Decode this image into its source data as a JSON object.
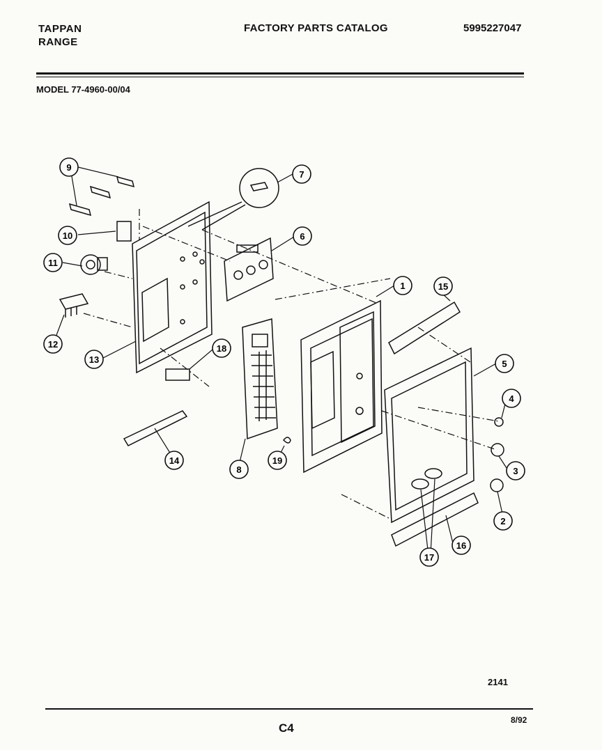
{
  "header": {
    "brand_line1": "TAPPAN",
    "brand_line2": "RANGE",
    "title": "FACTORY PARTS CATALOG",
    "part_number": "5995227047",
    "model": "MODEL 77-4960-00/04"
  },
  "callouts": [
    "1",
    "2",
    "3",
    "4",
    "5",
    "6",
    "7",
    "8",
    "9",
    "10",
    "11",
    "12",
    "13",
    "14",
    "15",
    "16",
    "17",
    "18",
    "19"
  ],
  "footer": {
    "drawing_code": "2141",
    "page_label": "C4",
    "date": "8/92"
  }
}
